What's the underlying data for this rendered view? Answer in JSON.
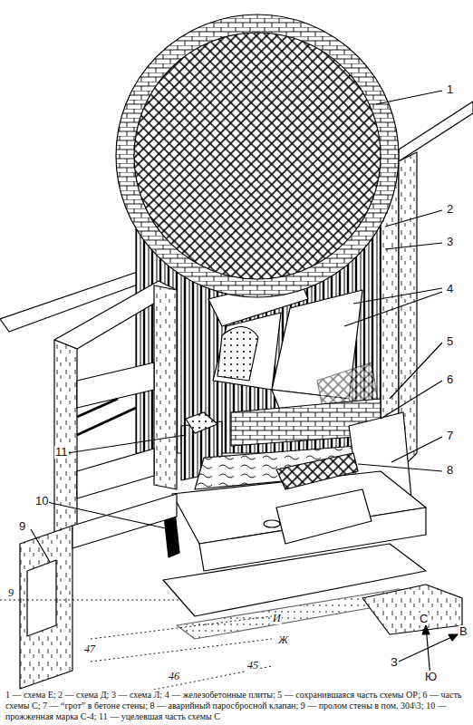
{
  "diagram": {
    "caption": "1 — схема Е; 2 — схема Д; 3 — схема Л; 4 — железобетонные плиты; 5 — сохранившаяся часть схемы ОР; 6 — часть схемы С; 7 — “грот” в бетоне стены; 8 — аварийный паросбросной клапан; 9 — пролом стены в пом. 304\\3; 10 — прожженная марка С-4; 11 — уцелевшая часть схемы С",
    "labels": [
      "1",
      "2",
      "3",
      "4",
      "5",
      "6",
      "11",
      "7",
      "10",
      "8",
      "9",
      "9",
      "47",
      "И",
      "46",
      "Ж",
      "45",
      "С",
      "З",
      "В",
      "Ю"
    ]
  }
}
